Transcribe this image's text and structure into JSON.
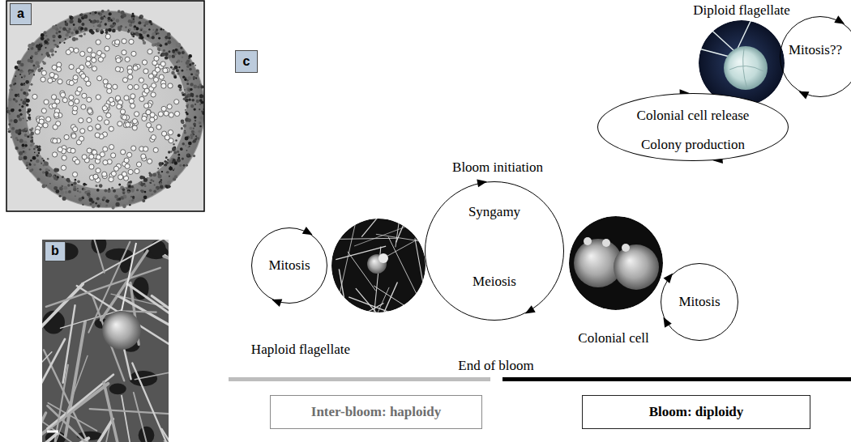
{
  "diagram": {
    "nodes": [
      {
        "text": [
          "a"
        ]
      },
      {
        "text": [
          "b"
        ]
      },
      {
        "text": [
          "c"
        ]
      },
      {
        "text": [
          "Mitosis??"
        ]
      },
      {
        "text": [
          "Colonial cell release",
          "Colony production"
        ]
      },
      {
        "text": [
          "Mitosis"
        ]
      },
      {
        "text": [
          "Syngamy",
          "Meiosis"
        ]
      },
      {
        "text": [
          "Mitosis"
        ]
      },
      {
        "text": [
          "Inter-bloom: haploidy"
        ]
      },
      {
        "text": [
          "Bloom: diploidy"
        ]
      }
    ],
    "labels": [
      "Diploid flagellate",
      "Bloom initiation",
      "Haploid flagellate",
      "Colonial cell",
      "End of bloom"
    ]
  }
}
